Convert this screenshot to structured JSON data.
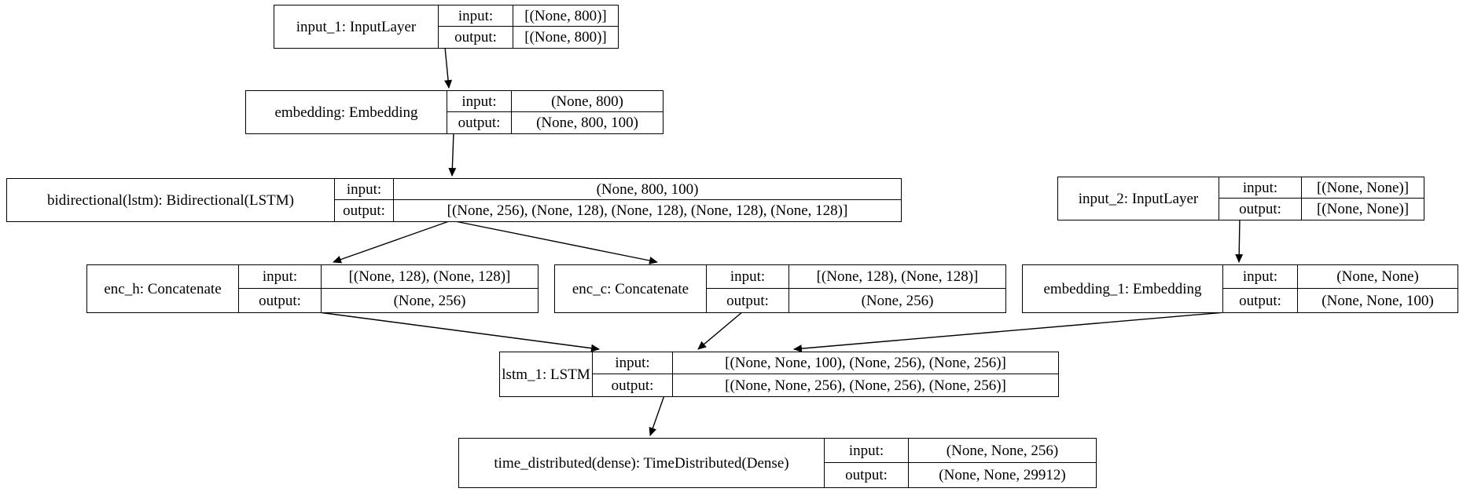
{
  "diagram": {
    "kind": "keras-model-architecture",
    "field_labels": {
      "input": "input:",
      "output": "output:"
    },
    "colors": {
      "border": "#000000",
      "background": "#ffffff",
      "text": "#000000",
      "edge": "#000000"
    },
    "nodes": [
      {
        "id": "input_1",
        "label": "input_1: InputLayer",
        "input": "[(None, 800)]",
        "output": "[(None, 800)]"
      },
      {
        "id": "embedding",
        "label": "embedding: Embedding",
        "input": "(None, 800)",
        "output": "(None, 800, 100)"
      },
      {
        "id": "bidirectional_lstm",
        "label": "bidirectional(lstm): Bidirectional(LSTM)",
        "input": "(None, 800, 100)",
        "output": "[(None, 256), (None, 128), (None, 128), (None, 128), (None, 128)]"
      },
      {
        "id": "input_2",
        "label": "input_2: InputLayer",
        "input": "[(None, None)]",
        "output": "[(None, None)]"
      },
      {
        "id": "enc_h",
        "label": "enc_h: Concatenate",
        "input": "[(None, 128), (None, 128)]",
        "output": "(None, 256)"
      },
      {
        "id": "enc_c",
        "label": "enc_c: Concatenate",
        "input": "[(None, 128), (None, 128)]",
        "output": "(None, 256)"
      },
      {
        "id": "embedding_1",
        "label": "embedding_1: Embedding",
        "input": "(None, None)",
        "output": "(None, None, 100)"
      },
      {
        "id": "lstm_1",
        "label": "lstm_1: LSTM",
        "input": "[(None, None, 100), (None, 256), (None, 256)]",
        "output": "[(None, None, 256), (None, 256), (None, 256)]"
      },
      {
        "id": "time_distributed_dense",
        "label": "time_distributed(dense): TimeDistributed(Dense)",
        "input": "(None, None, 256)",
        "output": "(None, None, 29912)"
      }
    ],
    "edges": [
      {
        "from": "input_1",
        "to": "embedding"
      },
      {
        "from": "embedding",
        "to": "bidirectional_lstm"
      },
      {
        "from": "bidirectional_lstm",
        "to": "enc_h"
      },
      {
        "from": "bidirectional_lstm",
        "to": "enc_c"
      },
      {
        "from": "input_2",
        "to": "embedding_1"
      },
      {
        "from": "enc_h",
        "to": "lstm_1"
      },
      {
        "from": "enc_c",
        "to": "lstm_1"
      },
      {
        "from": "embedding_1",
        "to": "lstm_1"
      },
      {
        "from": "lstm_1",
        "to": "time_distributed_dense"
      }
    ]
  }
}
